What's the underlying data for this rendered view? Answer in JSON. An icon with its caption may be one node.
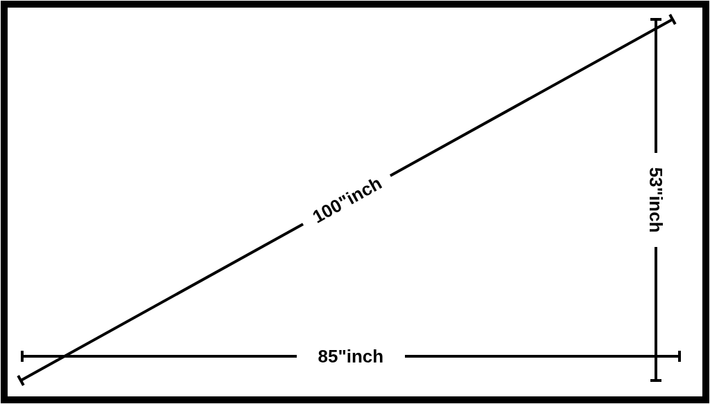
{
  "diagram": {
    "labels": [
      "100\"inch",
      "53\"inch",
      "85\"inch"
    ]
  }
}
